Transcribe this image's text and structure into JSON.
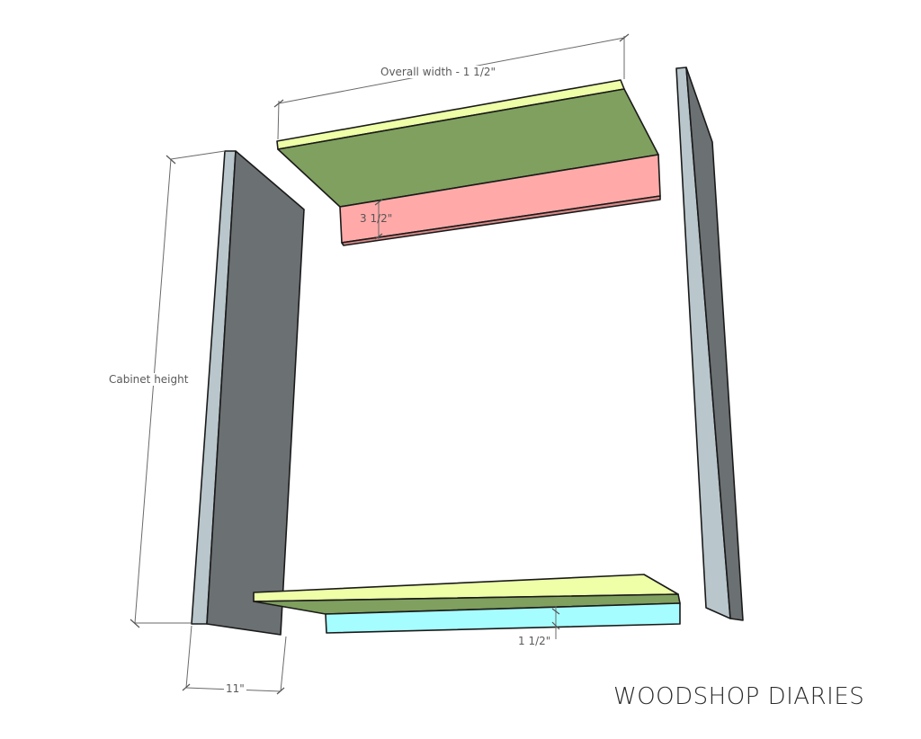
{
  "diagram": {
    "title": "Cabinet face frame / box exploded view",
    "labels": {
      "top_width": "Overall width - 1 1/2\"",
      "top_rail_height": "3 1/2\"",
      "bottom_rail_height": "1 1/2\"",
      "side_height": "Cabinet height",
      "side_depth": "11\""
    },
    "parts": [
      {
        "name": "left-side-panel",
        "color": "#6b7072",
        "edge_color": "#b9c6cc"
      },
      {
        "name": "right-side-panel",
        "color": "#6b7072",
        "edge_color": "#b9c6cc"
      },
      {
        "name": "top-panel",
        "color": "#7fa05e",
        "edge_color": "#eeffa8"
      },
      {
        "name": "top-rail",
        "color": "#ffaaa8"
      },
      {
        "name": "bottom-panel",
        "color": "#7fa05e",
        "edge_color": "#eeffa8"
      },
      {
        "name": "bottom-rail",
        "color": "#a6fdff"
      }
    ],
    "brand": "WOODSHOP DIARIES"
  }
}
